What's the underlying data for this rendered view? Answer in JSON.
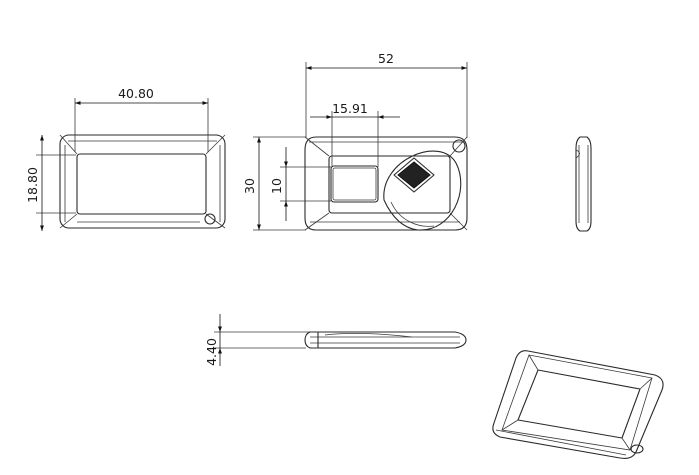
{
  "dimensions": {
    "front_width": "40.80",
    "front_height": "18.80",
    "overall_width": "52",
    "overall_height": "30",
    "sensor_width": "15.91",
    "sensor_height": "10",
    "thickness": "4.40"
  }
}
